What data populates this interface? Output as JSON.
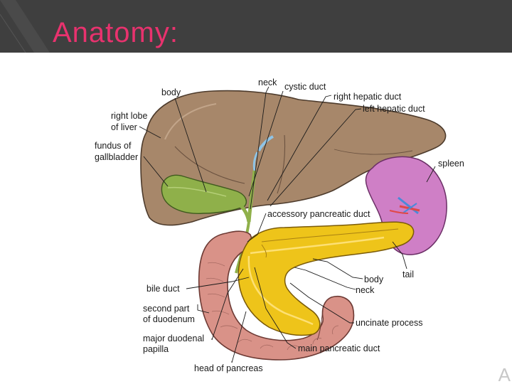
{
  "slide": {
    "title": "Anatomy:",
    "corner_mark": "A",
    "caption_fragment": ""
  },
  "colors": {
    "title_bar": "#3f3f3f",
    "title_text": "#e8326e",
    "liver": "#a7876a",
    "gallbladder": "#8fb04a",
    "spleen": "#cf7fc6",
    "pancreas": "#eec41a",
    "duodenum": "#d99288",
    "duct_blue": "#8fc4e6"
  },
  "diagram": {
    "labels": {
      "body": "body",
      "neck_top": "neck",
      "cystic_duct": "cystic duct",
      "right_hepatic_duct": "right hepatic duct",
      "left_hepatic_duct": "left hepatic duct",
      "right_lobe_line1": "right lobe",
      "right_lobe_line2": "of liver",
      "fundus_line1": "fundus of",
      "fundus_line2": "gallbladder",
      "spleen": "spleen",
      "accessory_pancreatic_duct": "accessory pancreatic duct",
      "bile_duct": "bile duct",
      "second_part_line1": "second part",
      "second_part_line2": "of duodenum",
      "major_papilla_line1": "major duodenal",
      "major_papilla_line2": "papilla",
      "head_of_pancreas": "head of pancreas",
      "pancreas_body": "body",
      "pancreas_neck": "neck",
      "tail": "tail",
      "uncinate_process": "uncinate process",
      "main_pancreatic_duct": "main pancreatic duct"
    }
  }
}
